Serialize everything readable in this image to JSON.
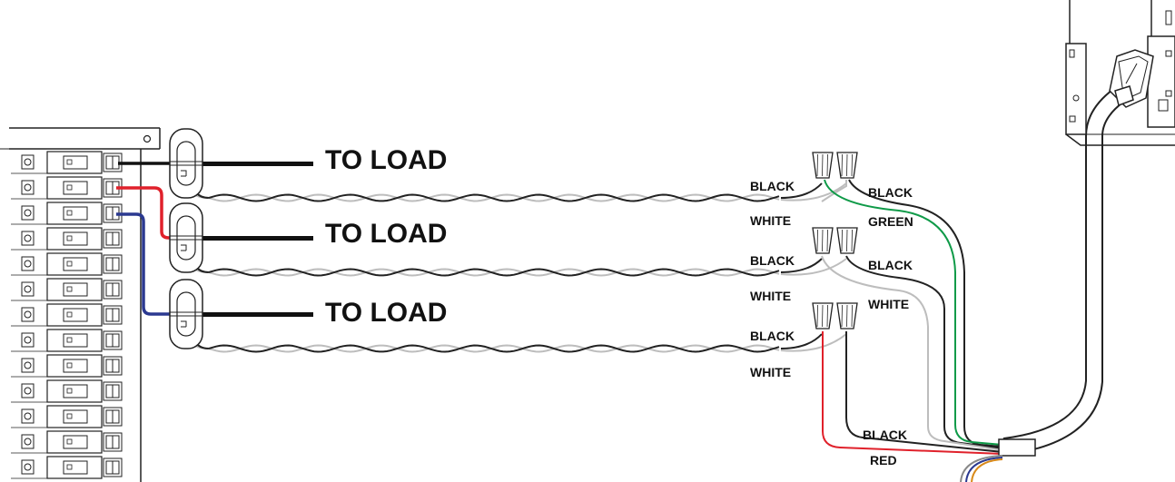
{
  "labels": {
    "to_load": "TO LOAD"
  },
  "wire_labels": {
    "ct1_black": "BLACK",
    "ct1_white": "WHITE",
    "ct2_black": "BLACK",
    "ct2_white": "WHITE",
    "ct3_black": "BLACK",
    "ct3_white": "WHITE",
    "out_black_1": "BLACK",
    "out_green": "GREEN",
    "out_black_2": "BLACK",
    "out_white": "WHITE",
    "out_black_3": "BLACK",
    "out_red": "RED"
  },
  "colors": {
    "black_wire": "#111111",
    "red_wire": "#e0212b",
    "blue_wire": "#2b3990",
    "green_wire": "#0f9a48",
    "white_wire": "#bdbdbd",
    "outline": "#222222"
  }
}
